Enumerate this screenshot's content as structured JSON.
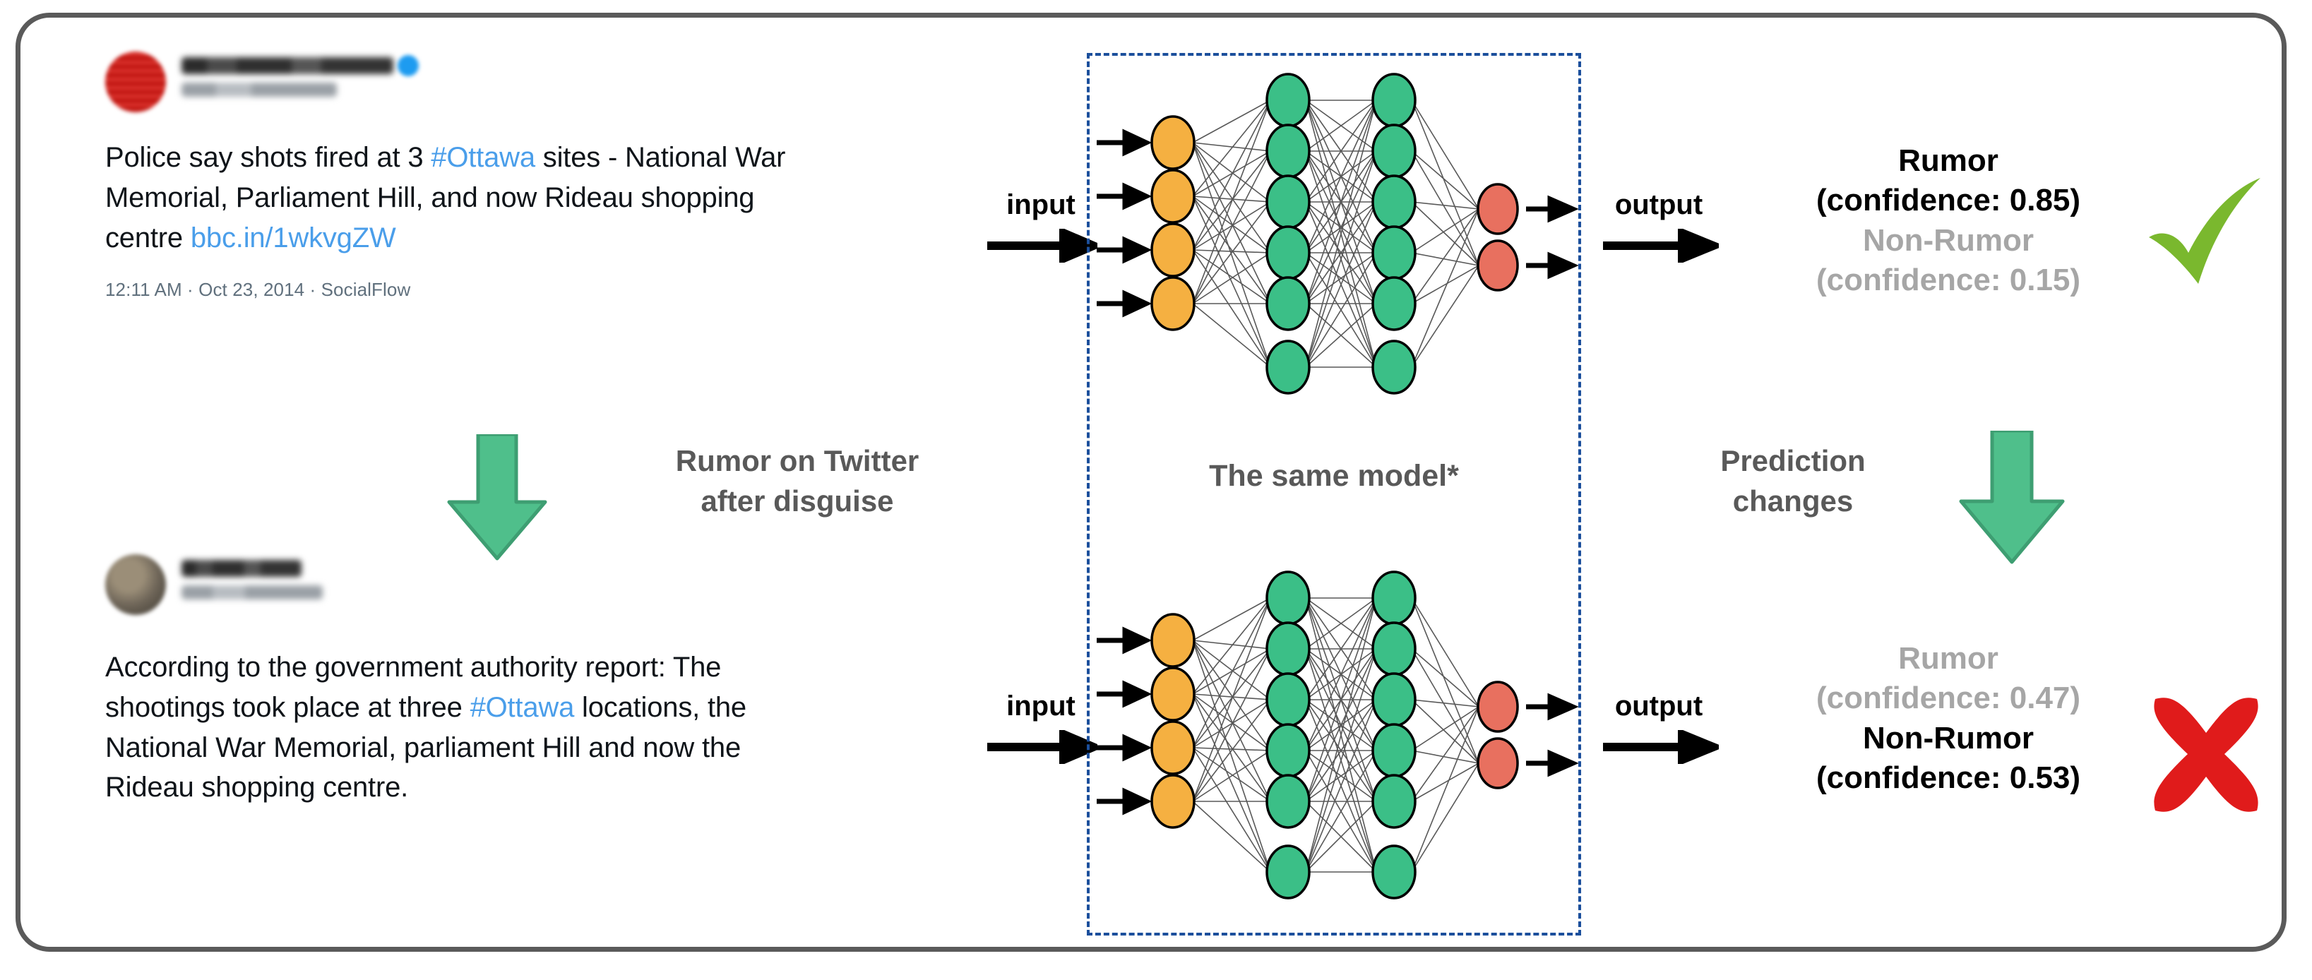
{
  "figure": {
    "border_color": "#5a5a5a",
    "nn_box_border_color": "#1b4f9c",
    "green_arrow_color": "#4FBF8B",
    "check_color": "#7AB82E",
    "cross_color": "#E01B1B",
    "link_color": "#4a9eea"
  },
  "top_tweet": {
    "account_name_blurred": "BBC Breaking News",
    "account_handle_blurred": "@BBCBreaking",
    "verified": true,
    "text_parts": [
      {
        "type": "text",
        "value": "Police say shots fired at 3 "
      },
      {
        "type": "hashtag",
        "value": "#Ottawa"
      },
      {
        "type": "text",
        "value": " sites -  National War Memorial, Parliament Hill, and now Rideau shopping centre "
      },
      {
        "type": "link",
        "value": "bbc.in/1wkvgZW"
      }
    ],
    "line1_a": "Police say shots fired at 3 ",
    "line1_hash": "#Ottawa",
    "line1_b": " sites -  National War",
    "line2": "Memorial, Parliament Hill, and now Rideau shopping",
    "line3_a": "centre ",
    "line3_link": "bbc.in/1wkvgZW",
    "meta": "12:11 AM · Oct 23, 2014 · SocialFlow"
  },
  "bottom_tweet": {
    "account_name_blurred": "",
    "account_handle_blurred": "",
    "line1": "According to the government authority report: The",
    "line2_a": "shootings took place at three ",
    "line2_hash": "#Ottawa",
    "line2_b": " locations, the",
    "line3": "National War Memorial, parliament Hill and now the",
    "line4": "Rideau shopping centre."
  },
  "labels": {
    "disguise_line1": "Rumor on Twitter",
    "disguise_line2": "after disguise",
    "model": "The same model*",
    "prediction_line1": "Prediction",
    "prediction_line2": "changes",
    "input_top": "input",
    "input_bottom": "input",
    "output_top": "output",
    "output_bottom": "output"
  },
  "predictions": {
    "top": {
      "primary_label": "Rumor",
      "primary_conf": "(confidence: 0.85)",
      "secondary_label": "Non-Rumor",
      "secondary_conf": "(confidence: 0.15)",
      "verdict": "correct"
    },
    "bottom": {
      "secondary_label": "Rumor",
      "secondary_conf": "(confidence: 0.47)",
      "primary_label": "Non-Rumor",
      "primary_conf": "(confidence: 0.53)",
      "verdict": "incorrect"
    }
  },
  "network": {
    "layers": [
      {
        "name": "input",
        "count": 4,
        "color": "#F5B041"
      },
      {
        "name": "hidden1",
        "count": 6,
        "color": "#3BBF87"
      },
      {
        "name": "hidden2",
        "count": 6,
        "color": "#3BBF87"
      },
      {
        "name": "output",
        "count": 2,
        "color": "#E8705F"
      }
    ]
  }
}
